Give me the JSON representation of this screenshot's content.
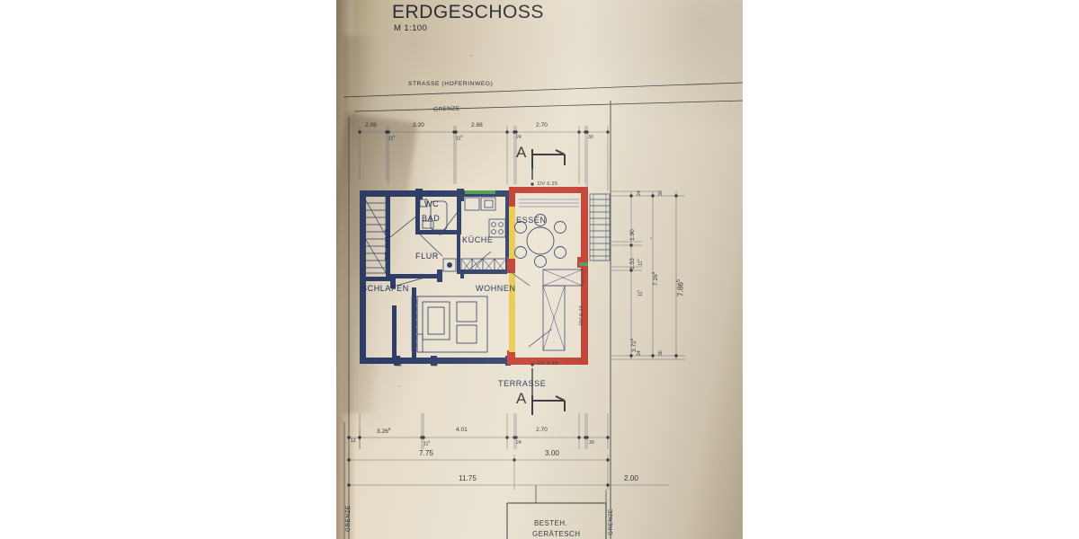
{
  "document": {
    "title": "ERDGESCHOSS",
    "scale": "M 1:100",
    "sheet_type": "architectural-floor-plan",
    "language": "de"
  },
  "site": {
    "street_label": "STRASSE  (HOFERINWEG)",
    "boundary_top": "GRENZE",
    "boundary_left": "GRENZE",
    "boundary_right": "GRENZE"
  },
  "rooms": [
    {
      "id": "tr-haus",
      "label": "TR HAUS",
      "orientation": "vertical"
    },
    {
      "id": "wc-bad",
      "label": "WC",
      "label2": "BAD"
    },
    {
      "id": "flur",
      "label": "FLUR"
    },
    {
      "id": "kueche",
      "label": "KÜCHE"
    },
    {
      "id": "essen",
      "label": "ESSEN"
    },
    {
      "id": "wohnen",
      "label": "WOHNEN"
    },
    {
      "id": "schlafen",
      "label": "SCHLAFEN"
    },
    {
      "id": "terrasse",
      "label": "TERRASSE"
    }
  ],
  "annotations": {
    "dv_top": "DV 0.25",
    "dv_right": "DV 0.15",
    "dv_bottom": "DV 0.25",
    "section_mark_top": "A",
    "section_mark_bottom": "A"
  },
  "title_block": {
    "line1": "BESTEH.",
    "line2": "GERÄTESCH"
  },
  "dimensions": {
    "top_chain": [
      {
        "value": "2.08",
        "size": "normal"
      },
      {
        "value": "11",
        "sup": "5",
        "size": "small"
      },
      {
        "value": "2.20",
        "size": "normal"
      },
      {
        "value": "11",
        "sup": "5",
        "size": "small"
      },
      {
        "value": "2.88",
        "size": "normal"
      },
      {
        "value": "24",
        "size": "small"
      },
      {
        "value": "2.70",
        "size": "normal"
      },
      {
        "value": "30",
        "size": "small"
      }
    ],
    "bottom_chain": [
      {
        "value": "12",
        "size": "small"
      },
      {
        "value": "3.26",
        "sup": "5",
        "size": "normal"
      },
      {
        "value": "11",
        "sup": "5",
        "size": "small"
      },
      {
        "value": "4.01",
        "size": "normal"
      },
      {
        "value": "24",
        "size": "small"
      },
      {
        "value": "2.70",
        "size": "normal"
      },
      {
        "value": "30",
        "size": "small"
      }
    ],
    "bottom_totals": [
      {
        "value": "7.75"
      },
      {
        "value": "3.00"
      },
      {
        "value": "11.75"
      },
      {
        "value": "2.00"
      }
    ],
    "right_chain": [
      {
        "value": "24",
        "size": "small"
      },
      {
        "value": "30",
        "size": "small"
      },
      {
        "value": "1.90",
        "size": "normal"
      },
      {
        "value": "11",
        "sup": "5",
        "size": "small"
      },
      {
        "value": "1.53",
        "size": "normal"
      },
      {
        "value": "11",
        "sup": "5",
        "size": "small"
      },
      {
        "value": "3.72",
        "sup": "5",
        "size": "normal"
      },
      {
        "value": "24",
        "size": "small"
      },
      {
        "value": "30",
        "size": "small"
      }
    ],
    "right_totals": [
      {
        "value": "7.26",
        "sup": "5"
      },
      {
        "value": "7.86",
        "sup": "5"
      }
    ]
  },
  "legend_colors": {
    "existing_wall": "#2e3d66",
    "new_wall": "#c0392b",
    "demolition_wall": "#e8c84a",
    "window_marker": "#4e9a4e",
    "paper": "#e6dcc8",
    "ink": "#25282f"
  }
}
